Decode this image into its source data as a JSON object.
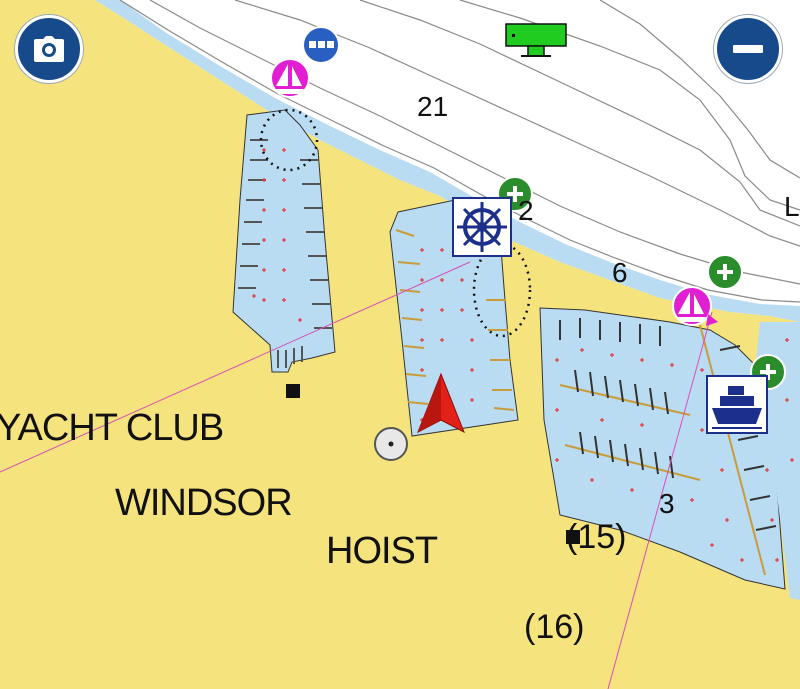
{
  "map": {
    "labels": {
      "yacht_club": "YACHT CLUB",
      "windsor": "WINDSOR",
      "hoist": "HOIST",
      "depth_21": "21",
      "depth_2": "2",
      "depth_6": "6",
      "depth_3": "3",
      "sounding_15": "(15)",
      "sounding_16": "(16)",
      "edge_letter": "L"
    },
    "colors": {
      "land": "#f5e37d",
      "water": "#ffffff",
      "shallow_water": "#b9dcf3",
      "vessel": "#e32119",
      "marina": "#e21ed3",
      "service": "#2a8c2a",
      "control": "#174a8b"
    }
  },
  "controls": {
    "camera_icon": "camera-icon",
    "zoom_out_icon": "minus-icon"
  }
}
